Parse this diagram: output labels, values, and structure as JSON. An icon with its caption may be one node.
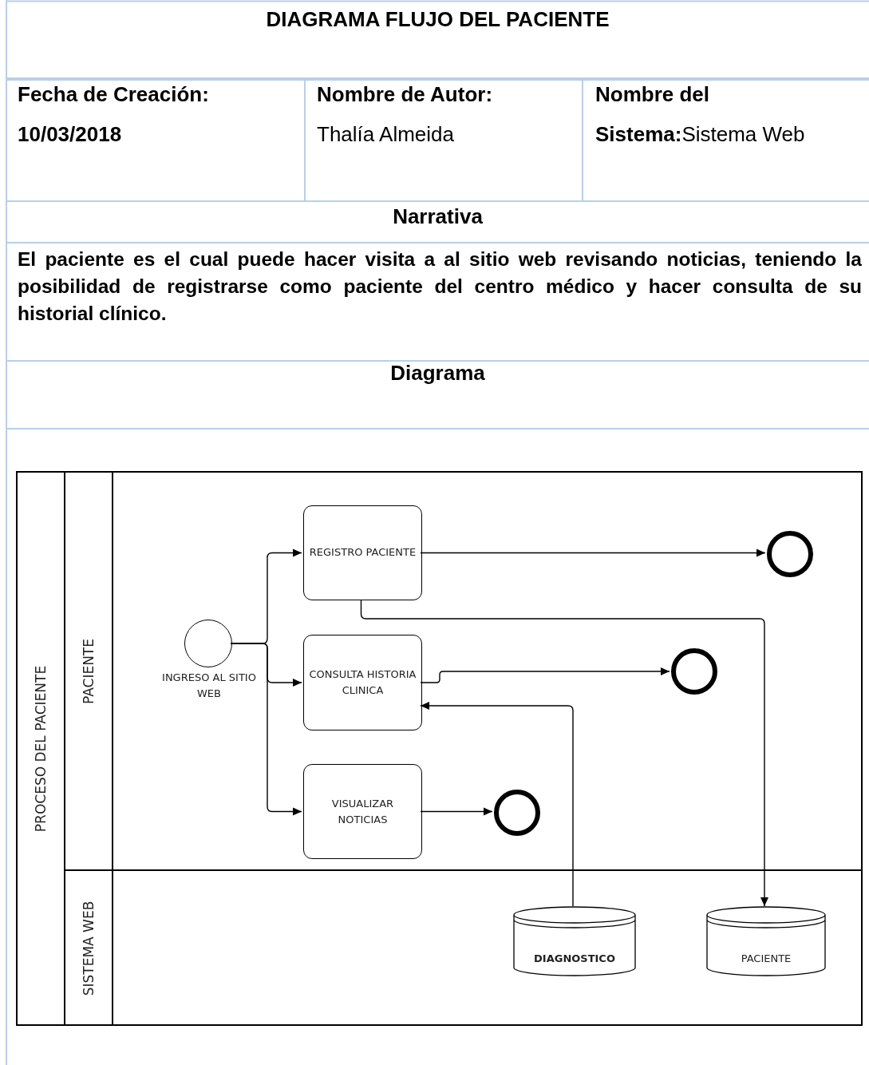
{
  "diagram": {
    "title": "DIAGRAMA FLUJO DEL PACIENTE",
    "nodes": [
      {
        "text": [
          "PROCESO DEL PACIENTE"
        ]
      },
      {
        "text": [
          "PACIENTE"
        ],
        "in": 0
      },
      {
        "text": [
          "SISTEMA WEB"
        ],
        "in": 0
      },
      {
        "text": [
          "INGRESO AL SITIO WEB"
        ],
        "in": 1
      },
      {
        "text": [
          "REGISTRO PACIENTE"
        ],
        "in": 1
      },
      {
        "text": [
          "CONSULTA HISTORIA CLINICA"
        ],
        "in": 1
      },
      {
        "text": [
          "VISUALIZAR NOTICIAS"
        ],
        "in": 1
      },
      {
        "text": [],
        "shape": "circle",
        "in": 1
      },
      {
        "text": [],
        "shape": "circle",
        "in": 1
      },
      {
        "text": [],
        "shape": "circle",
        "in": 1
      },
      {
        "text": [
          "DIAGNOSTICO"
        ],
        "in": 2
      },
      {
        "text": [
          "PACIENTE"
        ],
        "in": 2
      }
    ],
    "edges": [
      {
        "from": 3,
        "to": 4,
        "arrow": "to"
      },
      {
        "from": 3,
        "to": 5,
        "arrow": "to"
      },
      {
        "from": 3,
        "to": 6,
        "arrow": "to"
      },
      {
        "from": 4,
        "to": 7,
        "arrow": "to"
      },
      {
        "from": 5,
        "to": 8,
        "arrow": "to"
      },
      {
        "from": 6,
        "to": 9,
        "arrow": "to"
      },
      {
        "from": 10,
        "to": 5,
        "arrow": "to"
      },
      {
        "from": 4,
        "to": 11,
        "arrow": "to"
      }
    ],
    "labels": [
      "Fecha de Creación:",
      "10/03/2018",
      "Nombre de Autor:",
      "Thalía Almeida",
      "**Nombre del Sistema:**Sistema Web",
      "Narrativa",
      "El paciente es el cual puede hacer visita a al sitio web revisando noticias, teniendo la posibilidad de registrarse como paciente del centro médico y hacer consulta de su historial clínico.",
      "Diagrama"
    ]
  }
}
